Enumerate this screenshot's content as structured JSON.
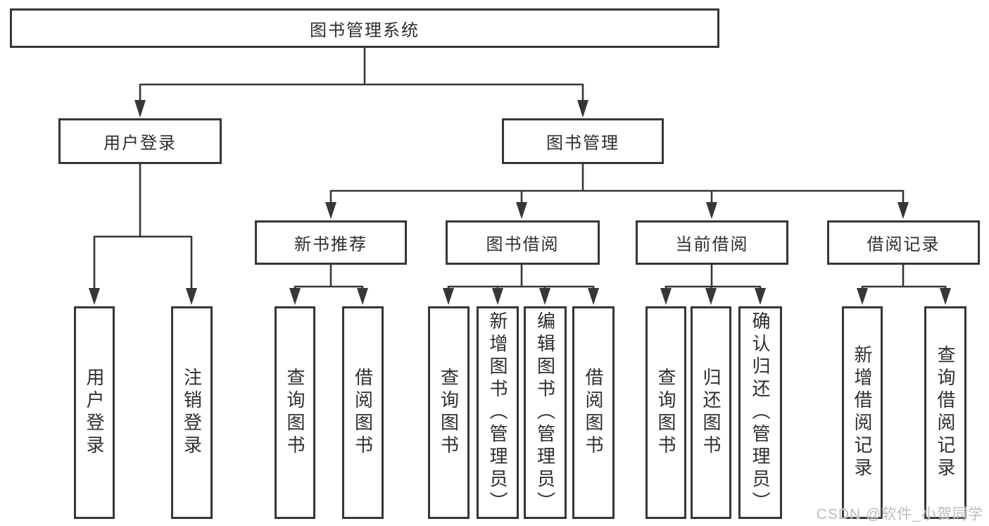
{
  "nodes": {
    "root": "图书管理系统",
    "l2": [
      "用户登录",
      "图书管理"
    ],
    "l3": [
      "新书推荐",
      "图书借阅",
      "当前借阅",
      "借阅记录"
    ],
    "leaves_user": [
      "用户登录",
      "注销登录"
    ],
    "leaves_newbook": [
      "查询图书",
      "借阅图书"
    ],
    "leaves_borrow": [
      "查询图书",
      "新增图书（管理员）",
      "编辑图书（管理员）",
      "借阅图书"
    ],
    "leaves_current": [
      "查询图书",
      "归还图书",
      "确认归还（管理员）"
    ],
    "leaves_records": [
      "新增借阅记录",
      "查询借阅记录"
    ]
  },
  "watermark": "CSDN @软件_小贺同学",
  "colors": {
    "line": "#363636",
    "text": "#2e2e2e",
    "watermark": "#bdbdbd",
    "background": "#ffffff"
  }
}
